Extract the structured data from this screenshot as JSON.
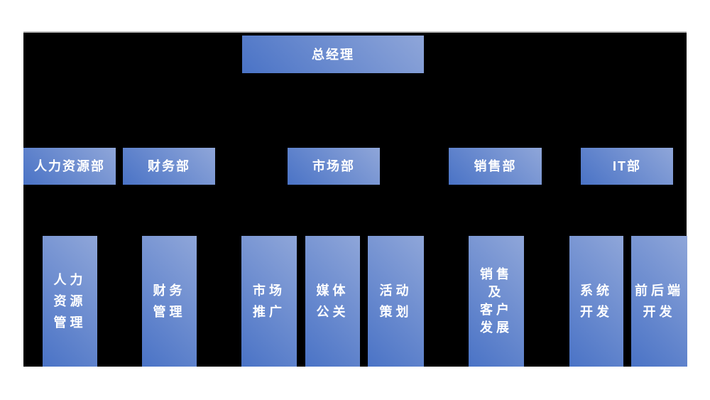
{
  "colors": {
    "page_background": "#ffffff",
    "canvas_background": "#000000",
    "canvas_top_rule": "#bdbdbd",
    "box_gradient_start": "#4a73c6",
    "box_gradient_end": "#8fa6d9",
    "box_text": "#ffffff"
  },
  "chart": {
    "root": {
      "label": "总经理"
    },
    "level2": [
      {
        "label": "人力资源部"
      },
      {
        "label": "财务部"
      },
      {
        "label": "市场部"
      },
      {
        "label": "销售部"
      },
      {
        "label": "IT部"
      }
    ],
    "level3": [
      {
        "label": "人力\n资源\n管理"
      },
      {
        "label": "财务\n管理"
      },
      {
        "label": "市场\n推广"
      },
      {
        "label": "媒体\n公关"
      },
      {
        "label": "活动\n策划"
      },
      {
        "label": "销售\n及\n客户\n发展"
      },
      {
        "label": "系统\n开发"
      },
      {
        "label": "前后端\n开发"
      }
    ]
  }
}
